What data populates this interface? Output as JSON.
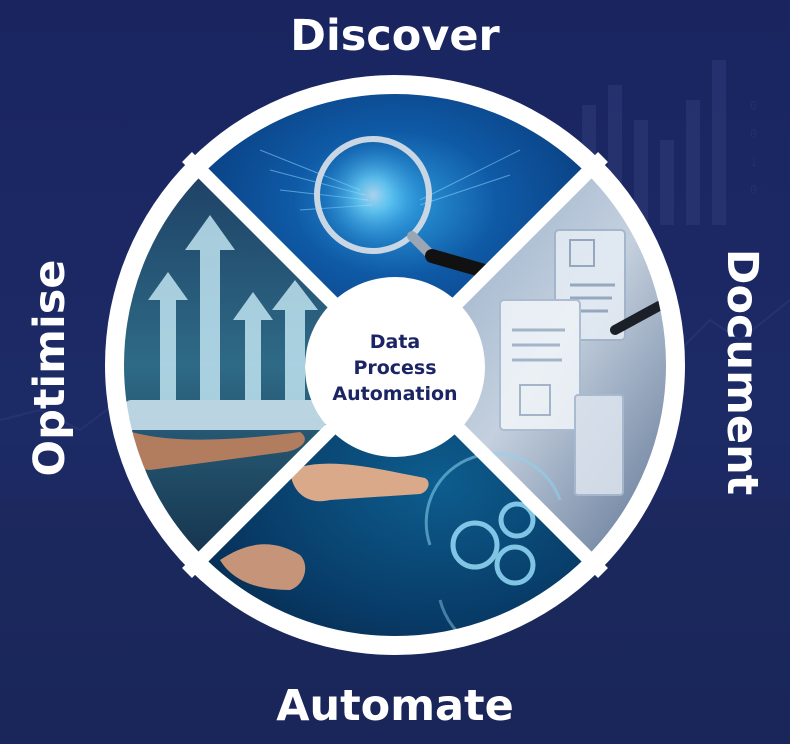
{
  "diagram": {
    "center_lines": [
      "Data",
      "Process",
      "Automation"
    ],
    "segments": [
      {
        "label": "Discover",
        "position": "top",
        "image": "magnifying-glass-data-icon"
      },
      {
        "label": "Document",
        "position": "right",
        "image": "digital-documents-pen-icon"
      },
      {
        "label": "Automate",
        "position": "bottom",
        "image": "finger-touch-gears-icon"
      },
      {
        "label": "Optimise",
        "position": "left",
        "image": "tablet-rising-arrows-icon"
      }
    ]
  },
  "colors": {
    "background": "#1a2660",
    "ring": "#ffffff",
    "center_text": "#1b2564",
    "label": "#ffffff"
  }
}
